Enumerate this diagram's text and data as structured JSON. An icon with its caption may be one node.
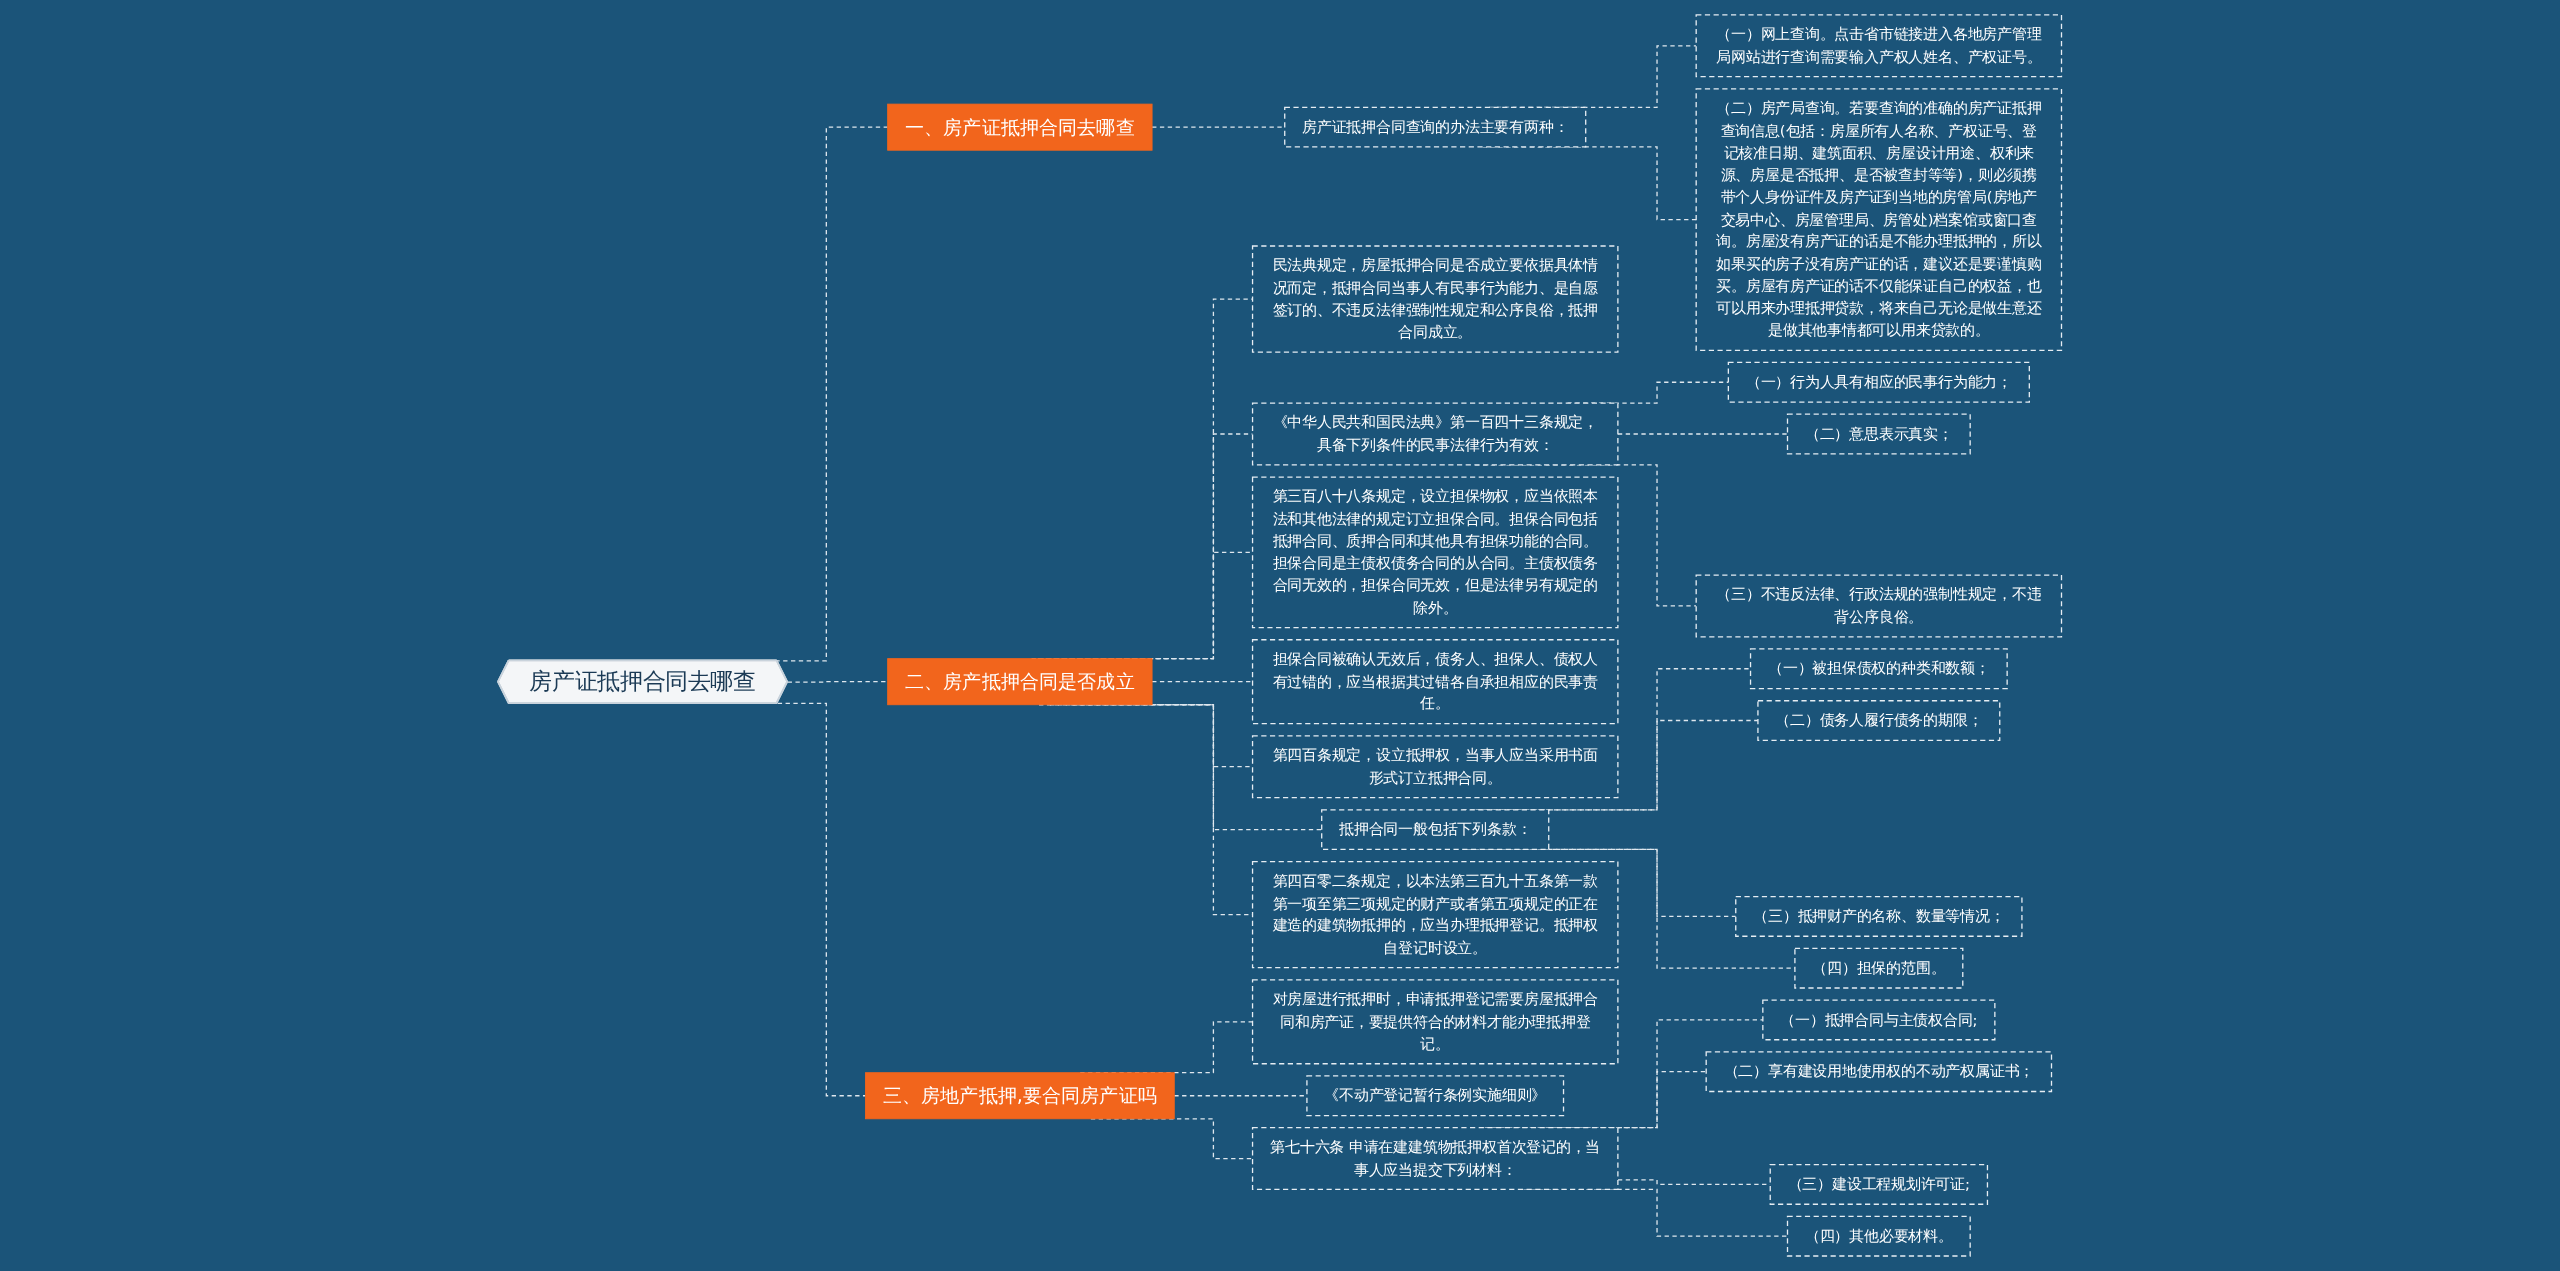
{
  "diagram": {
    "nodes": [
      {
        "text": [
          "房产证抵押合同去哪查"
        ]
      },
      {
        "text": [
          "一、房产证抵押合同去哪查"
        ]
      },
      {
        "text": [
          "房产证抵押合同查询的办法主要有两种："
        ]
      },
      {
        "text": [
          "（一）网上查询。点击省市链接进入各地房产管理局网站进行查询需要输入产权人姓名、产权证号。"
        ]
      },
      {
        "text": [
          "（二）房产局查询。若要查询的准确的房产证抵押查询信息(包括：房屋所有人名称、产权证号、登记核准日期、建筑面积、房屋设计用途、权利来源、房屋是否抵押、是否被查封等等)，则必须携带个人身份证件及房产证到当地的房管局(房地产交易中心、房屋管理局、房管处)档案馆或窗口查询。房屋没有房产证的话是不能办理抵押的，所以如果买的房子没有房产证的话，建议还是要谨慎购买。房屋有房产证的话不仅能保证自己的权益，也可以用来办理抵押贷款，将来自己无论是做生意还是做其他事情都可以用来贷款的。"
        ]
      },
      {
        "text": [
          "二、房产抵押合同是否成立"
        ]
      },
      {
        "text": [
          "民法典规定，房屋抵押合同是否成立要依据具体情况而定，抵押合同当事人有民事行为能力、是自愿签订的、不违反法律强制性规定和公序良俗，抵押合同成立。"
        ]
      },
      {
        "text": [
          "《中华人民共和国民法典》第一百四十三条规定，具备下列条件的民事法律行为有效："
        ]
      },
      {
        "text": [
          "（一）行为人具有相应的民事行为能力；"
        ]
      },
      {
        "text": [
          "（二）意思表示真实；"
        ]
      },
      {
        "text": [
          "（三）不违反法律、行政法规的强制性规定，不违背公序良俗。"
        ]
      },
      {
        "text": [
          "第三百八十八条规定，设立担保物权，应当依照本法和其他法律的规定订立担保合同。担保合同包括抵押合同、质押合同和其他具有担保功能的合同。担保合同是主债权债务合同的从合同。主债权债务合同无效的，担保合同无效，但是法律另有规定的除外。"
        ]
      },
      {
        "text": [
          "担保合同被确认无效后，债务人、担保人、债权人有过错的，应当根据其过错各自承担相应的民事责任。"
        ]
      },
      {
        "text": [
          "第四百条规定，设立抵押权，当事人应当采用书面形式订立抵押合同。"
        ]
      },
      {
        "text": [
          "抵押合同一般包括下列条款："
        ]
      },
      {
        "text": [
          "（一）被担保债权的种类和数额；"
        ]
      },
      {
        "text": [
          "（二）债务人履行债务的期限；"
        ]
      },
      {
        "text": [
          "（三）抵押财产的名称、数量等情况；"
        ]
      },
      {
        "text": [
          "（四）担保的范围。"
        ]
      },
      {
        "text": [
          "第四百零二条规定，以本法第三百九十五条第一款第一项至第三项规定的财产或者第五项规定的正在建造的建筑物抵押的，应当办理抵押登记。抵押权自登记时设立。"
        ]
      },
      {
        "text": [
          "三、房地产抵押,要合同房产证吗"
        ]
      },
      {
        "text": [
          "对房屋进行抵押时，申请抵押登记需要房屋抵押合同和房产证，要提供符合的材料才能办理抵押登记。"
        ]
      },
      {
        "text": [
          "《不动产登记暂行条例实施细则》"
        ]
      },
      {
        "text": [
          "第七十六条 申请在建建筑物抵押权首次登记的，当事人应当提交下列材料："
        ]
      },
      {
        "text": [
          "（一）抵押合同与主债权合同;"
        ]
      },
      {
        "text": [
          "（二）享有建设用地使用权的不动产权属证书；"
        ]
      },
      {
        "text": [
          "（三）建设工程规划许可证;"
        ]
      },
      {
        "text": [
          "（四）其他必要材料。"
        ]
      }
    ],
    "edges": [
      {
        "from": 0,
        "to": 1,
        "arrow": "none"
      },
      {
        "from": 1,
        "to": 2,
        "arrow": "none"
      },
      {
        "from": 2,
        "to": 3,
        "arrow": "none"
      },
      {
        "from": 2,
        "to": 4,
        "arrow": "none"
      },
      {
        "from": 0,
        "to": 5,
        "arrow": "none"
      },
      {
        "from": 5,
        "to": 6,
        "arrow": "none"
      },
      {
        "from": 5,
        "to": 7,
        "arrow": "none"
      },
      {
        "from": 7,
        "to": 8,
        "arrow": "none"
      },
      {
        "from": 7,
        "to": 9,
        "arrow": "none"
      },
      {
        "from": 7,
        "to": 10,
        "arrow": "none"
      },
      {
        "from": 5,
        "to": 11,
        "arrow": "none"
      },
      {
        "from": 5,
        "to": 12,
        "arrow": "none"
      },
      {
        "from": 5,
        "to": 13,
        "arrow": "none"
      },
      {
        "from": 5,
        "to": 14,
        "arrow": "none"
      },
      {
        "from": 14,
        "to": 15,
        "arrow": "none"
      },
      {
        "from": 14,
        "to": 16,
        "arrow": "none"
      },
      {
        "from": 14,
        "to": 17,
        "arrow": "none"
      },
      {
        "from": 14,
        "to": 18,
        "arrow": "none"
      },
      {
        "from": 5,
        "to": 19,
        "arrow": "none"
      },
      {
        "from": 0,
        "to": 20,
        "arrow": "none"
      },
      {
        "from": 20,
        "to": 21,
        "arrow": "none"
      },
      {
        "from": 20,
        "to": 22,
        "arrow": "none"
      },
      {
        "from": 20,
        "to": 23,
        "arrow": "none"
      },
      {
        "from": 23,
        "to": 24,
        "arrow": "none"
      },
      {
        "from": 23,
        "to": 25,
        "arrow": "none"
      },
      {
        "from": 23,
        "to": 26,
        "arrow": "none"
      },
      {
        "from": 23,
        "to": 27,
        "arrow": "none"
      }
    ]
  }
}
